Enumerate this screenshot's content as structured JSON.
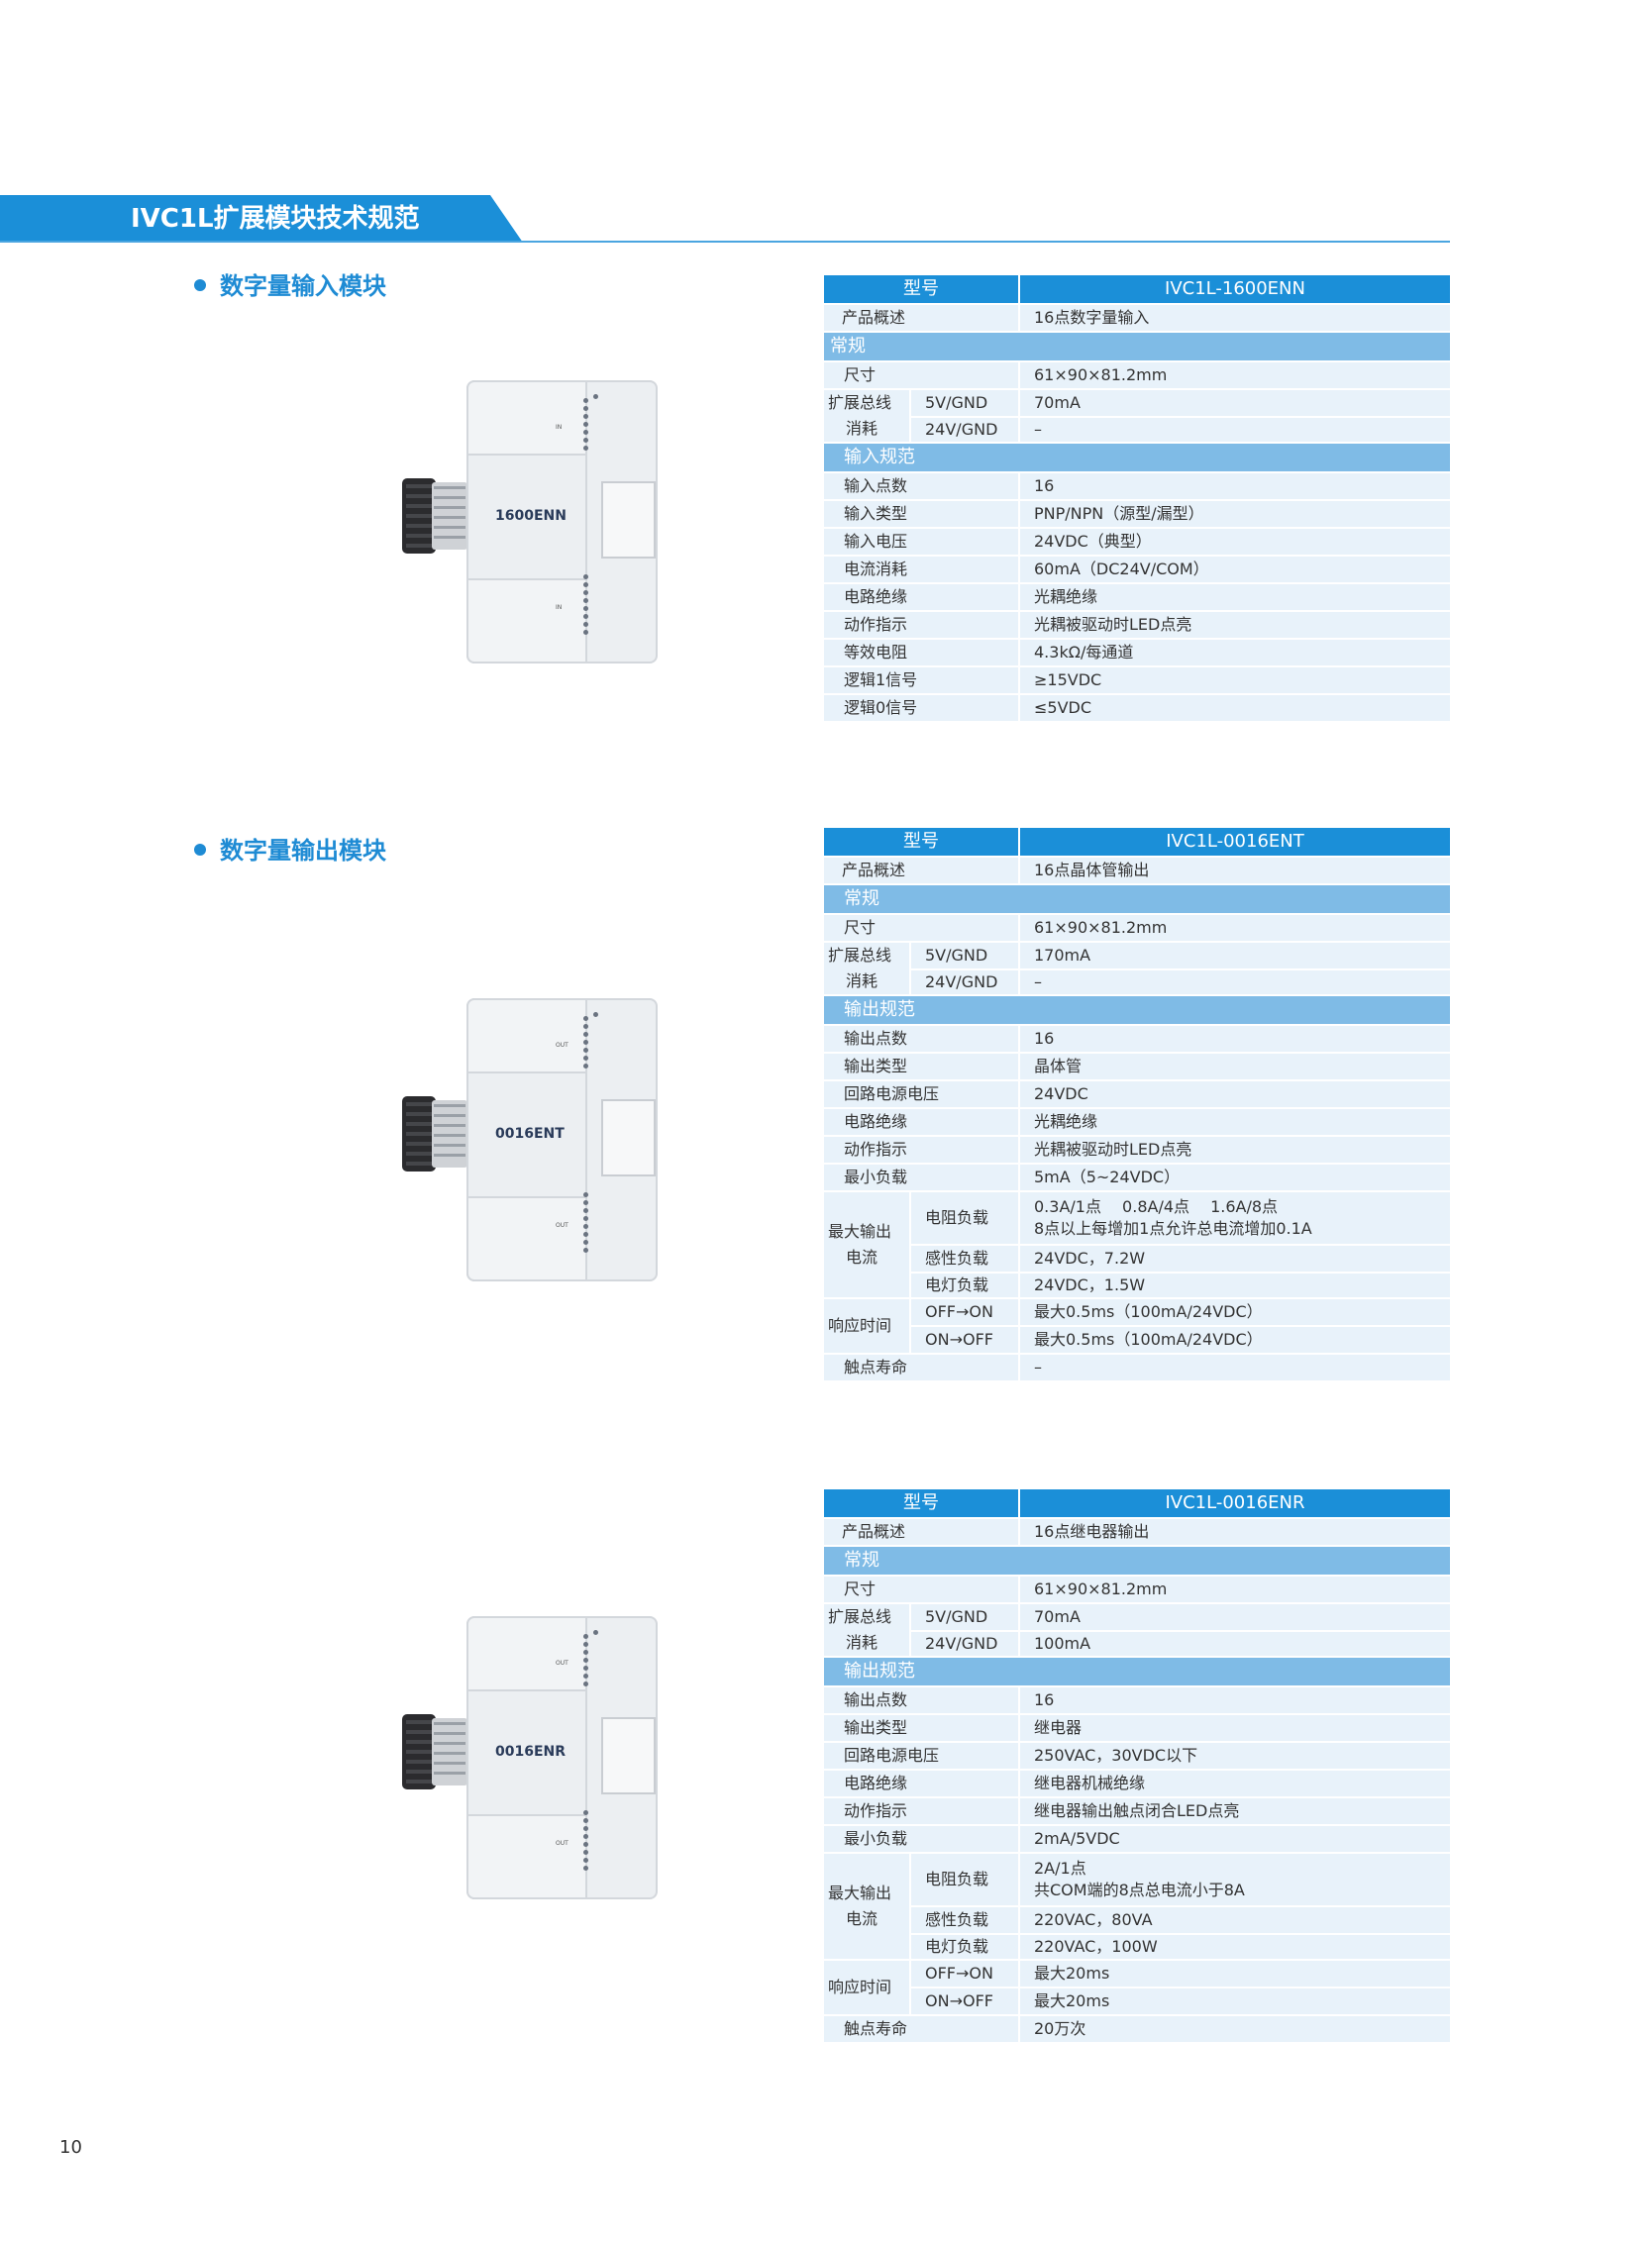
{
  "header": {
    "title": "IVC1L扩展模块技术规范"
  },
  "sections": [
    {
      "title": "数字量输入模块"
    },
    {
      "title": "数字量输出模块"
    }
  ],
  "devices": [
    {
      "label": "1600ENN",
      "io": "IN"
    },
    {
      "label": "0016ENT",
      "io": "OUT"
    },
    {
      "label": "0016ENR",
      "io": "OUT"
    }
  ],
  "table1": {
    "model_label": "型号",
    "model_value": "IVC1L-1600ENN",
    "overview_label": "产品概述",
    "overview_value": "16点数字量输入",
    "cat_general": "常规",
    "size_label": "尺寸",
    "size_value": "61×90×81.2mm",
    "bus_label_1": "扩展总线",
    "bus_label_2": "消耗",
    "bus_5v_label": "5V/GND",
    "bus_5v_value": "70mA",
    "bus_24v_label": "24V/GND",
    "bus_24v_value": "–",
    "cat_spec": "输入规范",
    "rows": [
      {
        "label": "输入点数",
        "value": "16"
      },
      {
        "label": "输入类型",
        "value": "PNP/NPN（源型/漏型）"
      },
      {
        "label": "输入电压",
        "value": "24VDC（典型）"
      },
      {
        "label": "电流消耗",
        "value": "60mA（DC24V/COM）"
      },
      {
        "label": "电路绝缘",
        "value": "光耦绝缘"
      },
      {
        "label": "动作指示",
        "value": "光耦被驱动时LED点亮"
      },
      {
        "label": "等效电阻",
        "value": "4.3kΩ/每通道"
      },
      {
        "label": "逻辑1信号",
        "value": "≥15VDC"
      },
      {
        "label": "逻辑0信号",
        "value": "≤5VDC"
      }
    ]
  },
  "table2": {
    "model_label": "型号",
    "model_value": "IVC1L-0016ENT",
    "overview_label": "产品概述",
    "overview_value": "16点晶体管输出",
    "cat_general": "常规",
    "size_label": "尺寸",
    "size_value": "61×90×81.2mm",
    "bus_label_1": "扩展总线",
    "bus_label_2": "消耗",
    "bus_5v_label": "5V/GND",
    "bus_5v_value": "170mA",
    "bus_24v_label": "24V/GND",
    "bus_24v_value": "–",
    "cat_spec": "输出规范",
    "rows": [
      {
        "label": "输出点数",
        "value": "16"
      },
      {
        "label": "输出类型",
        "value": "晶体管"
      },
      {
        "label": "回路电源电压",
        "value": "24VDC"
      },
      {
        "label": "电路绝缘",
        "value": "光耦绝缘"
      },
      {
        "label": "动作指示",
        "value": "光耦被驱动时LED点亮"
      },
      {
        "label": "最小负载",
        "value": "5mA（5~24VDC）"
      }
    ],
    "max_label_1": "最大输出",
    "max_label_2": "电流",
    "resist_label": "电阻负载",
    "resist_value_1": "0.3A/1点　 0.8A/4点　 1.6A/8点",
    "resist_value_2": "8点以上每增加1点允许总电流增加0.1A",
    "induct_label": "感性负载",
    "induct_value": "24VDC，7.2W",
    "lamp_label": "电灯负载",
    "lamp_value": "24VDC，1.5W",
    "resp_label": "响应时间",
    "offon_label": "OFF→ON",
    "offon_value": "最大0.5ms（100mA/24VDC）",
    "onoff_label": "ON→OFF",
    "onoff_value": "最大0.5ms（100mA/24VDC）",
    "life_label": "触点寿命",
    "life_value": "–"
  },
  "table3": {
    "model_label": "型号",
    "model_value": "IVC1L-0016ENR",
    "overview_label": "产品概述",
    "overview_value": "16点继电器输出",
    "cat_general": "常规",
    "size_label": "尺寸",
    "size_value": "61×90×81.2mm",
    "bus_label_1": "扩展总线",
    "bus_label_2": "消耗",
    "bus_5v_label": "5V/GND",
    "bus_5v_value": "70mA",
    "bus_24v_label": "24V/GND",
    "bus_24v_value": "100mA",
    "cat_spec": "输出规范",
    "rows": [
      {
        "label": "输出点数",
        "value": "16"
      },
      {
        "label": "输出类型",
        "value": "继电器"
      },
      {
        "label": "回路电源电压",
        "value": "250VAC，30VDC以下"
      },
      {
        "label": "电路绝缘",
        "value": "继电器机械绝缘"
      },
      {
        "label": "动作指示",
        "value": "继电器输出触点闭合LED点亮"
      },
      {
        "label": "最小负载",
        "value": "2mA/5VDC"
      }
    ],
    "max_label_1": "最大输出",
    "max_label_2": "电流",
    "resist_label": "电阻负载",
    "resist_value_1": "2A/1点",
    "resist_value_2": "共COM端的8点总电流小于8A",
    "induct_label": "感性负载",
    "induct_value": "220VAC，80VA",
    "lamp_label": "电灯负载",
    "lamp_value": "220VAC，100W",
    "resp_label": "响应时间",
    "offon_label": "OFF→ON",
    "offon_value": "最大20ms",
    "onoff_label": "ON→OFF",
    "onoff_value": "最大20ms",
    "life_label": "触点寿命",
    "life_value": "20万次"
  },
  "page_number": "10"
}
